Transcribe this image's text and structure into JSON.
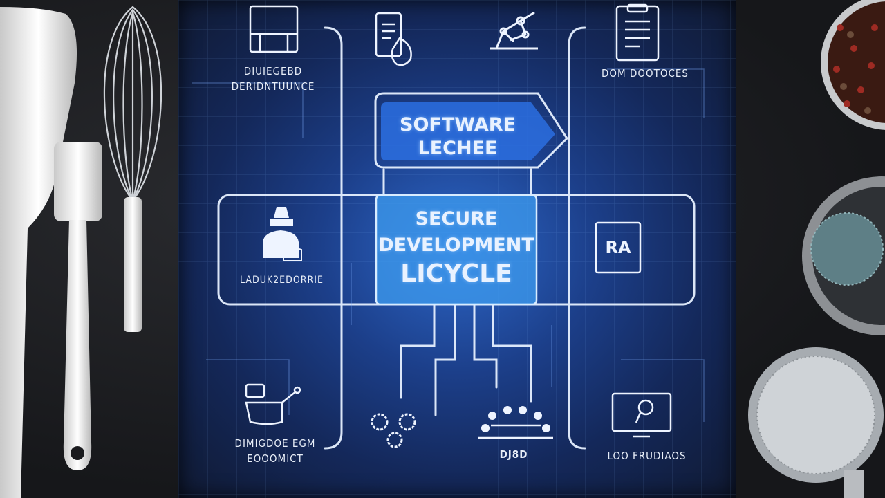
{
  "diagram": {
    "top_box": {
      "line1": "SOFTWARE",
      "line2": "LECHEE"
    },
    "center_box": {
      "line1": "SECURE",
      "line2": "DEVELOPMENT",
      "line3": "LICYCLE"
    },
    "left_panel_label": "LADUK2EDORRIE",
    "right_panel_icon_text": "RA",
    "labels": {
      "top_left": {
        "line1": "DIUIEGEBD",
        "line2": "DERIDNTUUNCE"
      },
      "top_right": "DOM DOOTOCES",
      "bottom_left": {
        "line1": "DIMIGDOE EGM",
        "line2": "EOOOMICT"
      },
      "bottom_center": "DJ8D",
      "bottom_right": "LOO FRUDIAOS"
    }
  },
  "icons": [
    "frame-icon",
    "tablet-icon",
    "robot-arm-icon",
    "clipboard-icon",
    "hacker-icon",
    "monitor-icon",
    "laptop-icon",
    "gears-icon",
    "team-icon",
    "monitor-touch-icon"
  ],
  "props": [
    "spatula",
    "whisk",
    "spoon",
    "spice-bowl",
    "pot",
    "strainer"
  ]
}
